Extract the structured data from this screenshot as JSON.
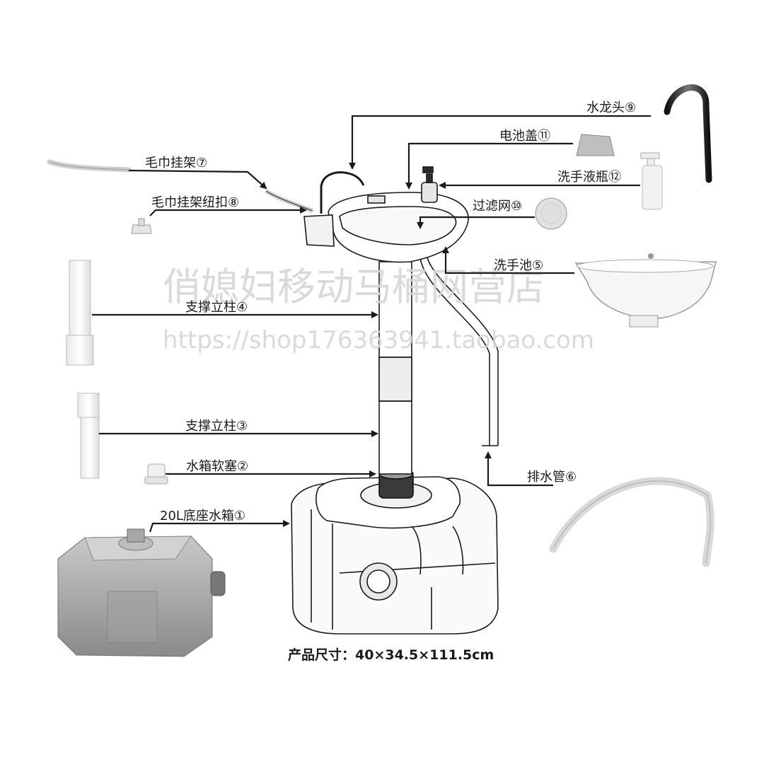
{
  "labels": {
    "faucet": "水龙头⑨",
    "battery_cover": "电池盖⑪",
    "towel_rack": "毛巾挂架⑦",
    "soap_bottle": "洗手液瓶⑫",
    "filter": "过滤网⑩",
    "towel_rack_knob": "毛巾挂架纽扣⑧",
    "basin": "洗手池⑤",
    "column_4": "支撑立柱④",
    "column_3": "支撑立柱③",
    "tank_plug": "水箱软塞②",
    "drain_pipe": "排水管⑥",
    "tank": "20L底座水箱①"
  },
  "caption": "产品尺寸：40×34.5×111.5cm",
  "watermark": {
    "line1": "俏媳妇移动马桶网营店",
    "line2": "https://shop176363941.taobao.com"
  },
  "colors": {
    "line": "#1a1a1a",
    "part_fill": "#f4f4f4",
    "part_dark": "#2b2b2b",
    "tank_gray": "#9a9a9a",
    "watermark": "#d6d6d6"
  }
}
